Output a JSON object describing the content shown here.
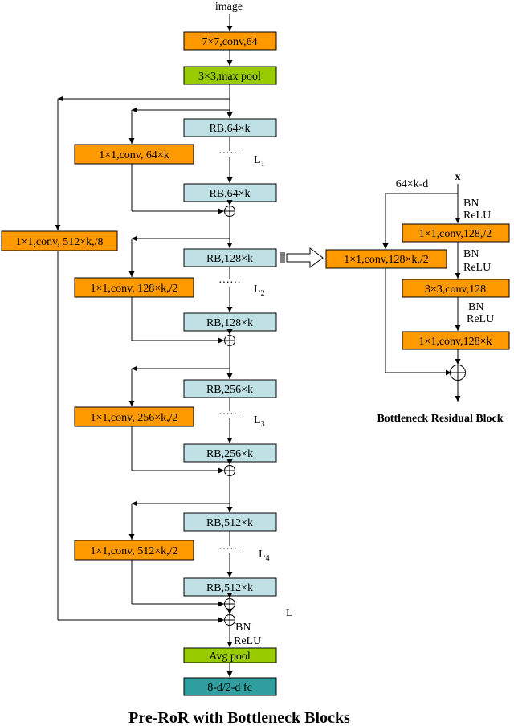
{
  "colors": {
    "conv": "#FF9900",
    "pool": "#99CC00",
    "rb": "#BFE0E4",
    "fc": "#2E9E9E",
    "stroke": "#000000"
  },
  "top": {
    "input": "image",
    "conv7": "7×7,conv,64",
    "maxpool": "3×3,max pool"
  },
  "outer_shortcut": "1×1,conv, 512×k,/8",
  "stages": [
    {
      "rb_first": "RB,64×k",
      "dots": "······",
      "count": "L",
      "count_sub": "1",
      "rb_last": "RB,64×k",
      "shortcut": "1×1,conv, 64×k"
    },
    {
      "rb_first": "RB,128×k",
      "dots": "······",
      "count": "L",
      "count_sub": "2",
      "rb_last": "RB,128×k",
      "shortcut": "1×1,conv, 128×k,/2"
    },
    {
      "rb_first": "RB,256×k",
      "dots": "······",
      "count": "L",
      "count_sub": "3",
      "rb_last": "RB,256×k",
      "shortcut": "1×1,conv, 256×k,/2"
    },
    {
      "rb_first": "RB,512×k",
      "dots": "······",
      "count": "L",
      "count_sub": "4",
      "rb_last": "RB,512×k",
      "shortcut": "1×1,conv, 512×k,/2"
    }
  ],
  "total_count": "L",
  "tail": {
    "bn": "BN",
    "relu": "ReLU",
    "avgpool": "Avg pool",
    "fc": "8-d/2-d fc"
  },
  "bottleneck": {
    "input": "x",
    "shortcut_label": "64×k-d",
    "shortcut_conv": "1×1,conv,128×k,/2",
    "bn": "BN",
    "relu": "ReLU",
    "conv1": "1×1,conv,128,/2",
    "conv2": "3×3,conv,128",
    "conv3": "1×1,conv,128×k",
    "caption": "Bottleneck Residual Block"
  },
  "caption": "Pre-RoR with Bottleneck Blocks"
}
